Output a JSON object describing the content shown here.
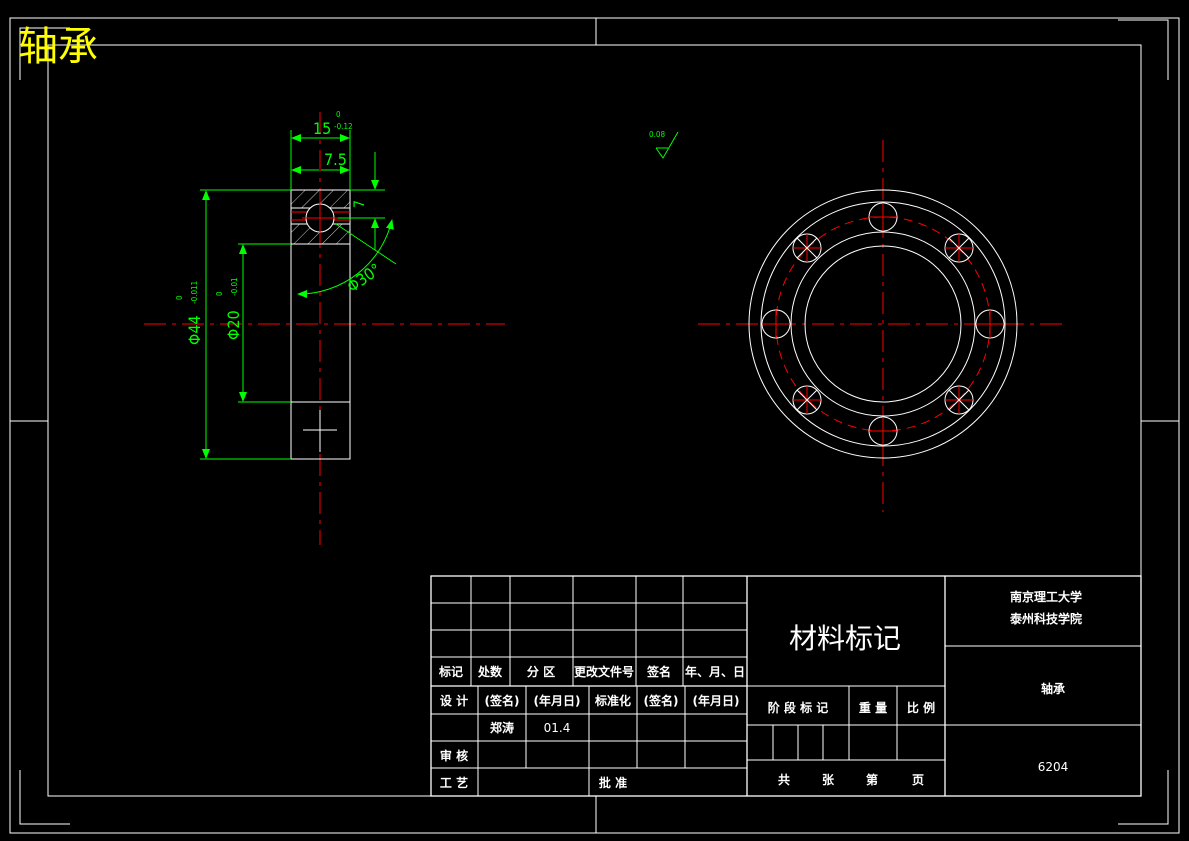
{
  "drawing_title": "轴承",
  "colors": {
    "background": "#000000",
    "lines": "#ffffff",
    "dimensions": "#00ff00",
    "centerlines": "#ff0000",
    "title": "#ffff00"
  },
  "dimensions": {
    "width": "15",
    "width_tol_upper": "0",
    "width_tol_lower": "-0.12",
    "half_width": "7.5",
    "ball_offset": "7",
    "ball_circle": "Φ30°",
    "outer_dia": "Φ44",
    "outer_tol_upper": "0",
    "outer_tol_lower": "-0.011",
    "inner_dia": "Φ20",
    "inner_tol_upper": "0",
    "inner_tol_lower": "-0.01",
    "roughness": "0.08"
  },
  "title_block": {
    "headers": [
      "标记",
      "处数",
      "分 区",
      "更改文件号",
      "签名",
      "年、月、日"
    ],
    "design_label": "设 计",
    "sign_placeholder": "(签名)",
    "date_placeholder": "(年月日)",
    "standardize_label": "标准化",
    "sign_placeholder2": "(签名)",
    "date_placeholder2": "(年月日)",
    "designer": "郑涛",
    "design_date": "01.4",
    "review_label": "审 核",
    "process_label": "工 艺",
    "approve_label": "批 准",
    "material_label": "材料标记",
    "stage_labels": [
      "阶 段 标 记",
      "重 量",
      "比 例"
    ],
    "sheet_labels": [
      "共",
      "张",
      "第",
      "页"
    ],
    "institution_line1": "南京理工大学",
    "institution_line2": "泰州科技学院",
    "part_name": "轴承",
    "part_code": "6204"
  }
}
